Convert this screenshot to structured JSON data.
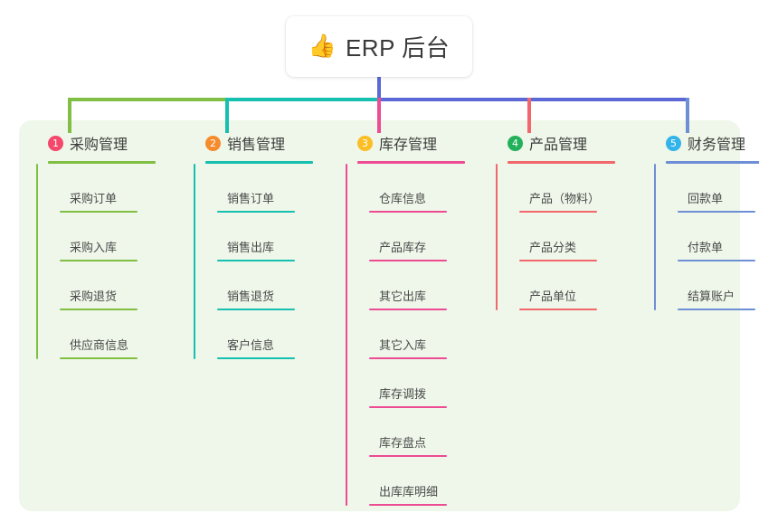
{
  "page": {
    "background": "#ffffff",
    "panel_background": "#EEF7E9"
  },
  "root": {
    "icon": "thumbs-up-icon",
    "emoji": "👍",
    "title": "ERP 后台",
    "stem_color": "#5B68D6"
  },
  "connector": {
    "segments": [
      {
        "color": "#81BF44",
        "note": "left segment to column 1"
      },
      {
        "color": "#16C0B0",
        "note": "segment to column 2"
      },
      {
        "color": "#5B68D6",
        "note": "segment spanning columns 3-5"
      }
    ]
  },
  "columns": [
    {
      "index": "1",
      "badge": "1",
      "badge_color": "#F4476B",
      "accent": "#81BF44",
      "title": "采购管理",
      "items": [
        {
          "label": "采购订单"
        },
        {
          "label": "采购入库"
        },
        {
          "label": "采购退货"
        },
        {
          "label": "供应商信息"
        }
      ]
    },
    {
      "index": "2",
      "badge": "2",
      "badge_color": "#F68B2C",
      "accent": "#16C0B0",
      "title": "销售管理",
      "items": [
        {
          "label": "销售订单"
        },
        {
          "label": "销售出库"
        },
        {
          "label": "销售退货"
        },
        {
          "label": "客户信息"
        }
      ]
    },
    {
      "index": "3",
      "badge": "3",
      "badge_color": "#FBBE24",
      "accent": "#ED4C94",
      "title": "库存管理",
      "items": [
        {
          "label": "仓库信息"
        },
        {
          "label": "产品库存"
        },
        {
          "label": "其它出库"
        },
        {
          "label": "其它入库"
        },
        {
          "label": "库存调拨"
        },
        {
          "label": "库存盘点"
        },
        {
          "label": "出库库明细"
        }
      ]
    },
    {
      "index": "4",
      "badge": "4",
      "badge_color": "#23B05B",
      "accent": "#F2676B",
      "title": "产品管理",
      "items": [
        {
          "label": "产品（物料）"
        },
        {
          "label": "产品分类"
        },
        {
          "label": "产品单位"
        }
      ]
    },
    {
      "index": "5",
      "badge": "5",
      "badge_color": "#32B4EA",
      "accent": "#6E8FD6",
      "title": "财务管理",
      "items": [
        {
          "label": "回款单"
        },
        {
          "label": "付款单"
        },
        {
          "label": "结算账户"
        }
      ]
    }
  ]
}
